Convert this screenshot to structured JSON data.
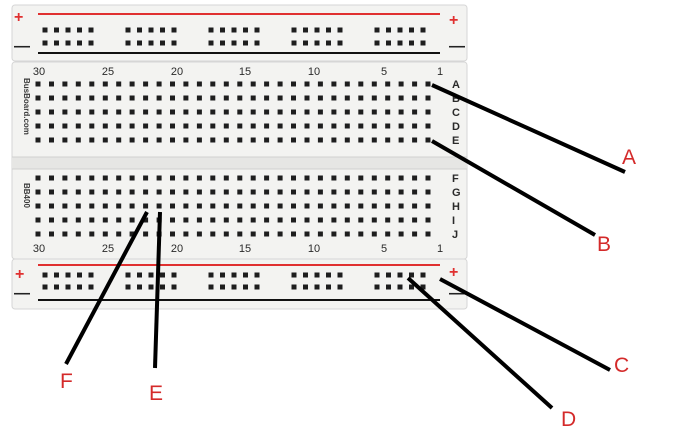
{
  "breadboard": {
    "column_numbers": [
      "30",
      "25",
      "20",
      "15",
      "10",
      "5",
      "1"
    ],
    "rows_top": [
      "A",
      "B",
      "C",
      "D",
      "E"
    ],
    "rows_bottom": [
      "F",
      "G",
      "H",
      "I",
      "J"
    ],
    "brand_top": "BusBoard.com",
    "brand_bottom": "BB400",
    "plus_sign": "+",
    "minus_sign": "—"
  },
  "callouts": [
    "A",
    "B",
    "C",
    "D",
    "E",
    "F"
  ],
  "colors": {
    "board": "#f2f2f0",
    "hole": "#1e1e1e",
    "positive_rail": "#e03030",
    "negative_rail": "#111111",
    "callout_text": "#d42a2a",
    "leader_line": "#000000"
  }
}
